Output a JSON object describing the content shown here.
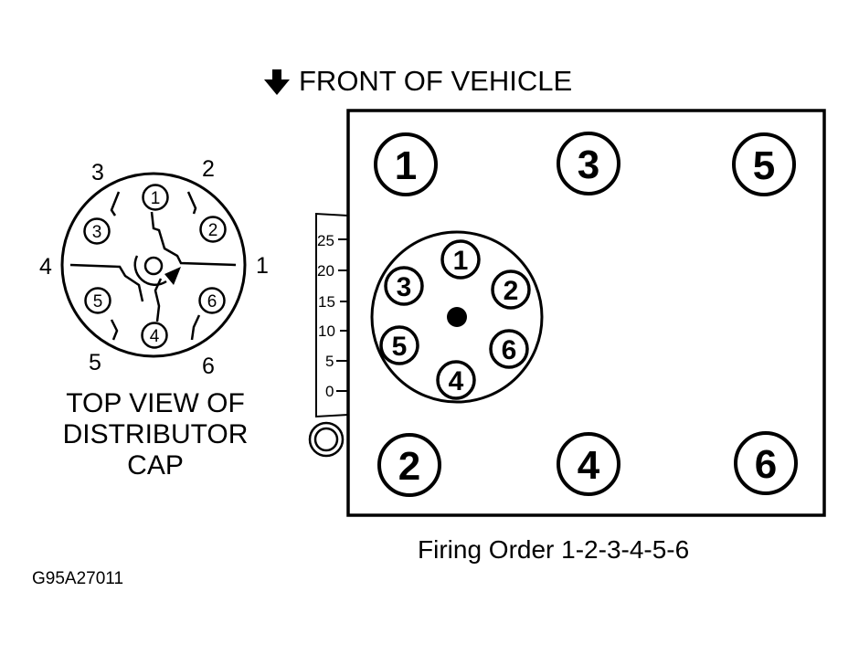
{
  "front_label": "FRONT OF VEHICLE",
  "cap_caption": {
    "line1": "TOP VIEW OF",
    "line2": "DISTRIBUTOR",
    "line3": "CAP"
  },
  "cap_outer_numbers": [
    "3",
    "2",
    "4",
    "1",
    "5",
    "6"
  ],
  "cap_terminals": [
    "1",
    "2",
    "3",
    "5",
    "6",
    "4"
  ],
  "timing_scale": [
    "25",
    "20",
    "15",
    "10",
    "5",
    "0"
  ],
  "pulley_terminals": [
    "1",
    "2",
    "3",
    "5",
    "6",
    "4"
  ],
  "cylinders": [
    "1",
    "3",
    "5",
    "2",
    "4",
    "6"
  ],
  "firing_order": "Firing Order 1-2-3-4-5-6",
  "figure_id": "G95A27011"
}
